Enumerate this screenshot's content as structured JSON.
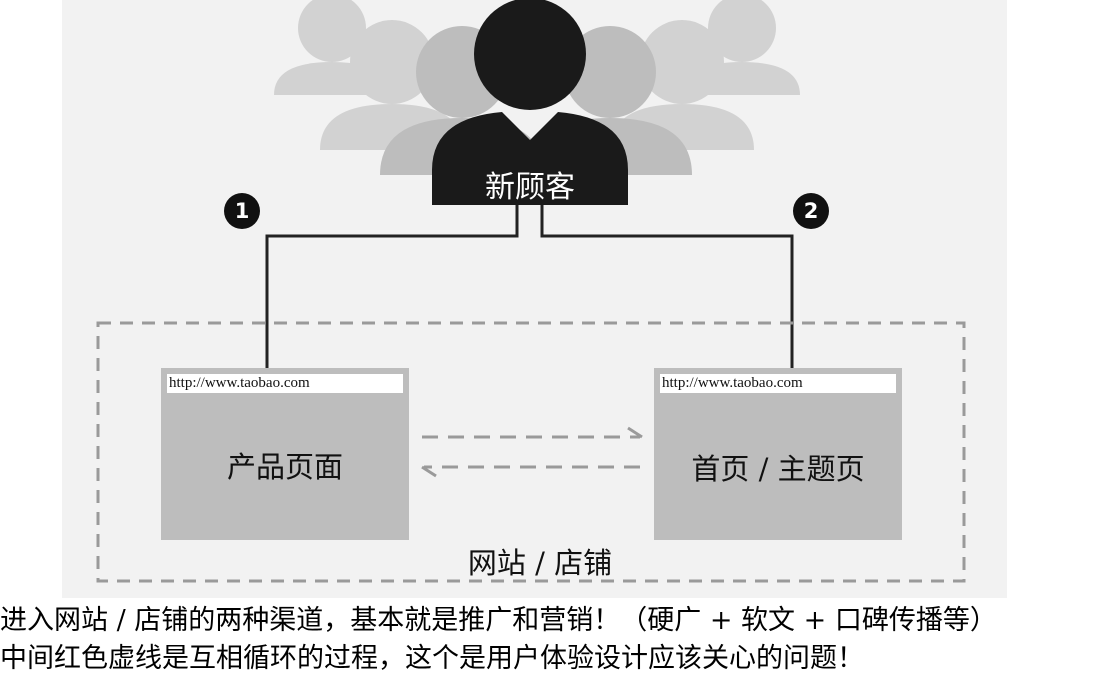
{
  "diagram": {
    "customer_label": "新顾客",
    "step_markers": [
      "1",
      "2"
    ],
    "product_page": {
      "url": "http://www.taobao.com",
      "label": "产品页面"
    },
    "home_page": {
      "url": "http://www.taobao.com",
      "label": "首页 / 主题页"
    },
    "site_label": "网站 / 店铺"
  },
  "caption": {
    "line1": "进入网站 / 店铺的两种渠道，基本就是推广和营销！（硬广 + 软文 + 口碑传播等）",
    "line2": "中间红色虚线是互相循环的过程，这个是用户体验设计应该关心的问题！"
  },
  "colors": {
    "background": "#f2f2f2",
    "crowd": "#cfcfcf",
    "customer": "#1a1a1a",
    "page_box": "#bdbdbd",
    "dashed": "#9a9a9a"
  }
}
